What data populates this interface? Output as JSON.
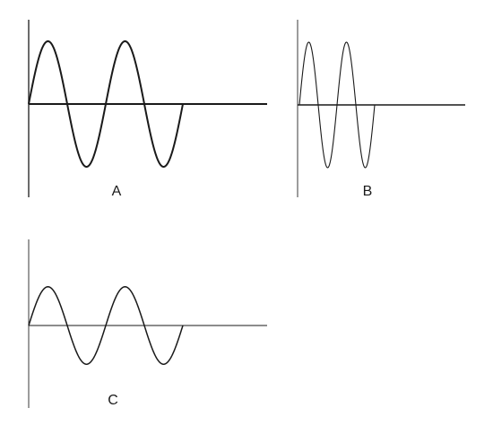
{
  "waves": [
    {
      "id": "a",
      "label": "A",
      "amplitude": 1.0,
      "cycles": 2,
      "thickness": "thick"
    },
    {
      "id": "b",
      "label": "B",
      "amplitude": 1.0,
      "cycles": 2,
      "thickness": "thin"
    },
    {
      "id": "c",
      "label": "C",
      "amplitude": 0.6,
      "cycles": 2,
      "thickness": "medium"
    }
  ],
  "colors": {
    "ink": "#1a1a1a",
    "axis": "#3a3a3a",
    "background": "#ffffff"
  }
}
